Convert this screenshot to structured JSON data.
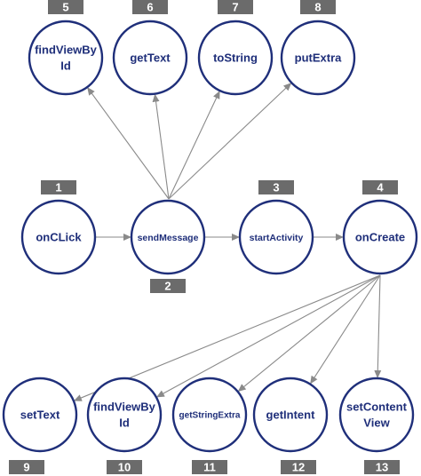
{
  "diagram": {
    "nodes": [
      {
        "id": "n1",
        "label": [
          "onCLick"
        ],
        "badge": "1"
      },
      {
        "id": "n2",
        "label": [
          "sendMessage"
        ],
        "badge": "2"
      },
      {
        "id": "n3",
        "label": [
          "startActivity"
        ],
        "badge": "3"
      },
      {
        "id": "n4",
        "label": [
          "onCreate"
        ],
        "badge": "4"
      },
      {
        "id": "n5",
        "label": [
          "findViewBy",
          "Id"
        ],
        "badge": "5"
      },
      {
        "id": "n6",
        "label": [
          "getText"
        ],
        "badge": "6"
      },
      {
        "id": "n7",
        "label": [
          "toString"
        ],
        "badge": "7"
      },
      {
        "id": "n8",
        "label": [
          "putExtra"
        ],
        "badge": "8"
      },
      {
        "id": "n9",
        "label": [
          "setText"
        ],
        "badge": "9"
      },
      {
        "id": "n10",
        "label": [
          "findViewBy",
          "Id"
        ],
        "badge": "10"
      },
      {
        "id": "n11",
        "label": [
          "getStringExtra"
        ],
        "badge": "11"
      },
      {
        "id": "n12",
        "label": [
          "getIntent"
        ],
        "badge": "12"
      },
      {
        "id": "n13",
        "label": [
          "setContent",
          "View"
        ],
        "badge": "13"
      }
    ],
    "edges": [
      [
        "n1",
        "n2"
      ],
      [
        "n2",
        "n3"
      ],
      [
        "n3",
        "n4"
      ],
      [
        "n2",
        "n5"
      ],
      [
        "n2",
        "n6"
      ],
      [
        "n2",
        "n7"
      ],
      [
        "n2",
        "n8"
      ],
      [
        "n4",
        "n9"
      ],
      [
        "n4",
        "n10"
      ],
      [
        "n4",
        "n11"
      ],
      [
        "n4",
        "n12"
      ],
      [
        "n4",
        "n13"
      ]
    ]
  }
}
